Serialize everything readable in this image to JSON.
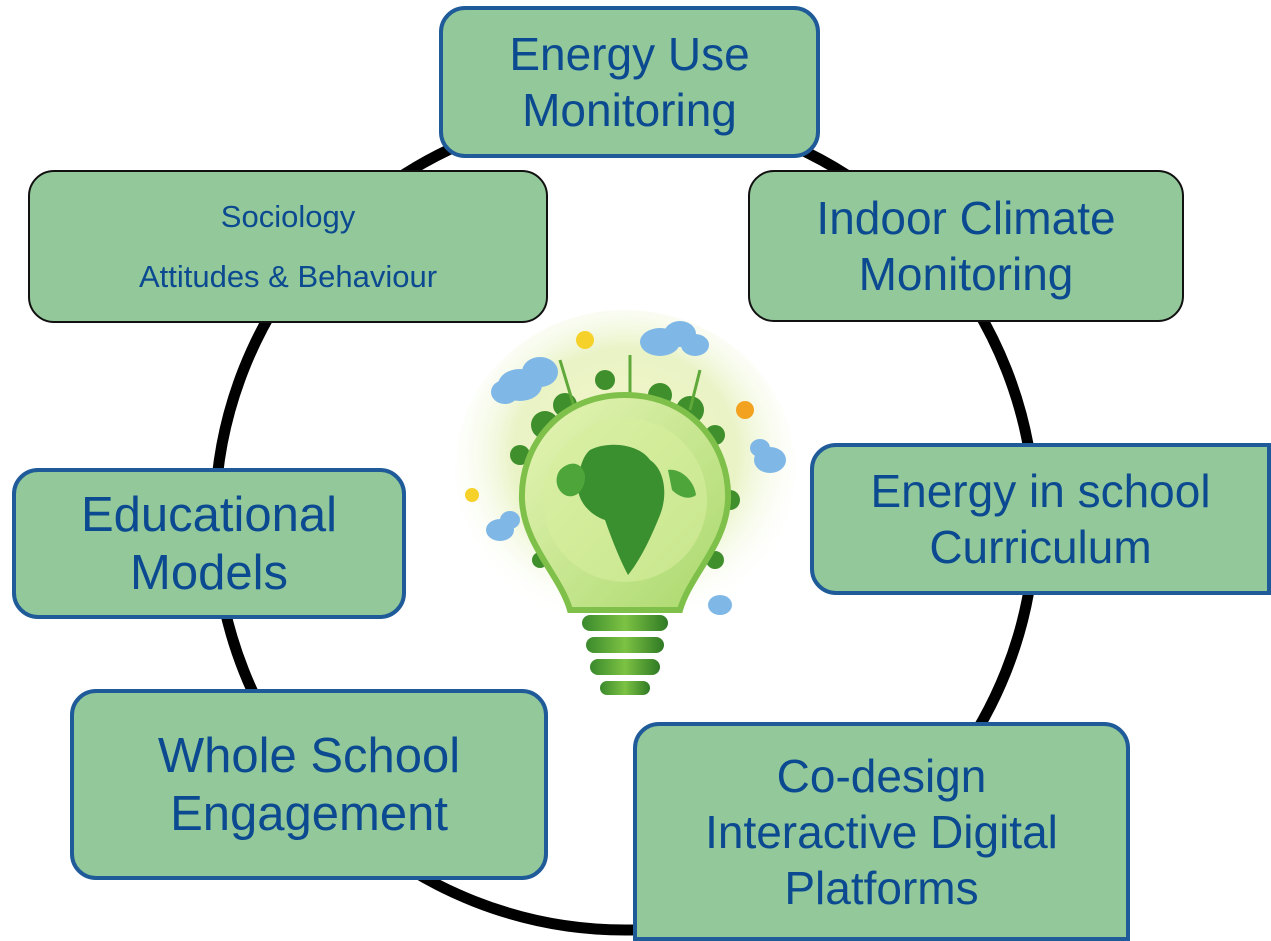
{
  "colors": {
    "box_fill": "#93c89a",
    "box_border_blue": "#1f5a99",
    "box_border_black": "#111111",
    "text": "#0b4a90",
    "ring": "#000000"
  },
  "center_image": "lightbulb-globe-eco-illustration",
  "nodes": {
    "energy_use": {
      "line1": "Energy Use",
      "line2": "Monitoring"
    },
    "sociology": {
      "line1": "Sociology",
      "line2": "Attitudes & Behaviour"
    },
    "indoor_climate": {
      "line1": "Indoor Climate",
      "line2": "Monitoring"
    },
    "educational": {
      "line1": "Educational",
      "line2": "Models"
    },
    "curriculum": {
      "line1": "Energy in school",
      "line2": "Curriculum"
    },
    "whole_school": {
      "line1": "Whole School",
      "line2": "Engagement"
    },
    "codesign": {
      "line1": "Co-design",
      "line2": "Interactive Digital",
      "line3": "Platforms"
    }
  }
}
